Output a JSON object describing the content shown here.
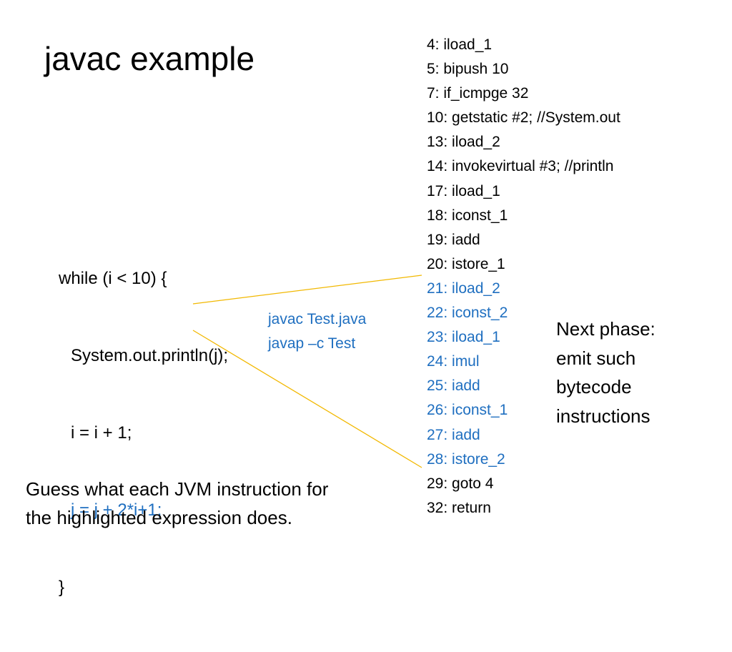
{
  "slide": {
    "title": "javac example",
    "source_code": [
      "while (i < 10) {",
      "System.out.println(j);",
      "i = i + 1;",
      "j = j + 2*i+1;",
      "}"
    ],
    "commands": [
      "javac Test.java",
      "javap –c Test"
    ],
    "bytecode": [
      "4: iload_1",
      "5: bipush 10",
      "7: if_icmpge 32",
      "10: getstatic #2; //System.out",
      "13: iload_2",
      "14: invokevirtual #3; //println",
      "17: iload_1",
      "18: iconst_1",
      "19: iadd",
      "20: istore_1",
      "21: iload_2",
      "22: iconst_2",
      "23: iload_1",
      "24: imul",
      "25: iadd",
      "26: iconst_1",
      "27: iadd",
      "28: istore_2",
      "29: goto 4",
      "32: return"
    ],
    "next_phase": [
      "Next phase:",
      "emit such",
      "bytecode",
      "instructions"
    ],
    "question": [
      "Guess what each JVM instruction for",
      "the highlighted expression does."
    ]
  },
  "colors": {
    "highlight": "#1f6fc0",
    "connector": "#f2b800",
    "text": "#000000",
    "background": "#ffffff"
  }
}
